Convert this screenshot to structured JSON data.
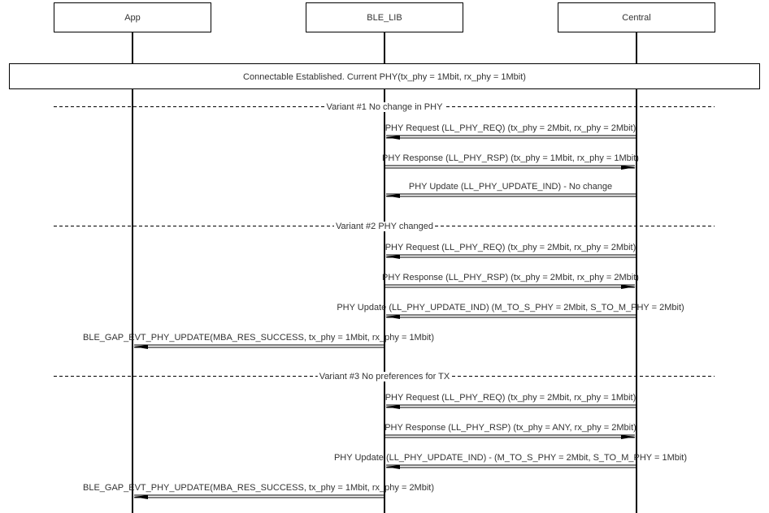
{
  "participants": [
    "App",
    "BLE_LIB",
    "Central"
  ],
  "note": "Connectable Established. Current PHY(tx_phy = 1Mbit, rx_phy = 1Mbit)",
  "sections": [
    {
      "label": "Variant #1 No change in PHY",
      "messages": [
        {
          "from": 2,
          "to": 1,
          "text": "PHY Request (LL_PHY_REQ) (tx_phy = 2Mbit, rx_phy = 2Mbit)"
        },
        {
          "from": 1,
          "to": 2,
          "text": "PHY Response (LL_PHY_RSP) (tx_phy = 1Mbit, rx_phy = 1Mbit)"
        },
        {
          "from": 2,
          "to": 1,
          "text": "PHY Update (LL_PHY_UPDATE_IND) - No change"
        }
      ]
    },
    {
      "label": "Variant #2 PHY changed",
      "messages": [
        {
          "from": 2,
          "to": 1,
          "text": "PHY Request (LL_PHY_REQ) (tx_phy = 2Mbit, rx_phy = 2Mbit)"
        },
        {
          "from": 1,
          "to": 2,
          "text": "PHY Response (LL_PHY_RSP) (tx_phy = 2Mbit, rx_phy = 2Mbit)"
        },
        {
          "from": 2,
          "to": 1,
          "text": "PHY Update (LL_PHY_UPDATE_IND) (M_TO_S_PHY = 2Mbit, S_TO_M_PHY = 2Mbit)"
        },
        {
          "from": 1,
          "to": 0,
          "text": "BLE_GAP_EVT_PHY_UPDATE(MBA_RES_SUCCESS, tx_phy = 1Mbit, rx_phy = 1Mbit)"
        }
      ]
    },
    {
      "label": "Variant #3 No preferences for TX",
      "messages": [
        {
          "from": 2,
          "to": 1,
          "text": "PHY Request (LL_PHY_REQ) (tx_phy = 2Mbit, rx_phy = 1Mbit)"
        },
        {
          "from": 1,
          "to": 2,
          "text": "PHY Response (LL_PHY_RSP) (tx_phy = ANY, rx_phy = 2Mbit)"
        },
        {
          "from": 2,
          "to": 1,
          "text": "PHY Update (LL_PHY_UPDATE_IND) - (M_TO_S_PHY = 2Mbit, S_TO_M_PHY = 1Mbit)"
        },
        {
          "from": 1,
          "to": 0,
          "text": "BLE_GAP_EVT_PHY_UPDATE(MBA_RES_SUCCESS, tx_phy = 1Mbit, rx_phy = 2Mbit)"
        }
      ]
    }
  ]
}
